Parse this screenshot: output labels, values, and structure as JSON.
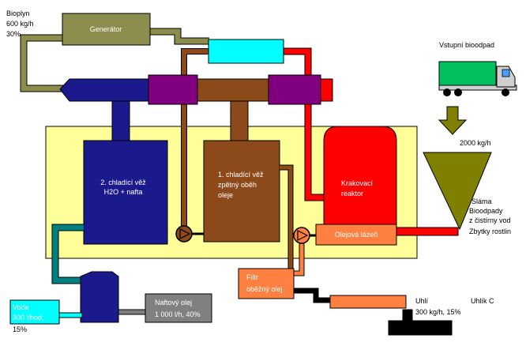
{
  "biogas": {
    "line1": "Bioplyn",
    "line2": "600 kg/h",
    "line3": "30%"
  },
  "generator": {
    "label": "Generátor"
  },
  "feed": {
    "label": "Vstupní bioodpad",
    "rate": "2000 kg/h"
  },
  "tower2": {
    "line1": "2. chladící věž",
    "line2": "H2O + nafta"
  },
  "tower1": {
    "line1": "1. chladící věž",
    "line2": "zpětný oběh",
    "line3": "oleje"
  },
  "reactor": {
    "line1": "Krakovací",
    "line2": "reaktor"
  },
  "oil_bath": {
    "label": "Olejová lázeň"
  },
  "materials": {
    "line1": "Sláma",
    "line2": "Bioodpady",
    "line3": "z čistírny vod",
    "line4": "Zbytky rostlin"
  },
  "filter": {
    "line1": "Filtr",
    "line2": "oběžný olej"
  },
  "water": {
    "line1": "Voda",
    "line2": "300 l/hod,",
    "line3": "15%"
  },
  "diesel": {
    "line1": "Naftový olej",
    "line2": "1 000 l/h, 40%"
  },
  "coal": {
    "line1": "Uhlí",
    "line2": "300 kg/h, 15%",
    "tag": "Uhlík C"
  },
  "colors": {
    "enclosure": "#ffff99",
    "generator": "#8c8c4c",
    "heat_exchanger": "#00ffff",
    "pump_block": "#800080",
    "tower2": "#1a1a8c",
    "tower1": "#8c4a1a",
    "reactor": "#ff0000",
    "oil_bath": "#ff8040",
    "hopper": "#808000",
    "truck": "#00c060",
    "water": "#00ffff",
    "diesel": "#808080",
    "coal": "#000000",
    "teal_pipe": "#008080"
  }
}
